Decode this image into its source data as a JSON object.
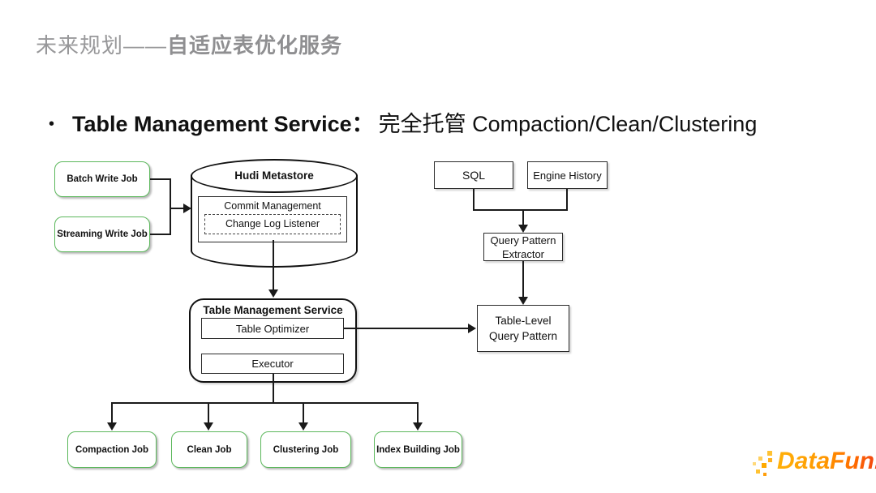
{
  "header": {
    "title_regular": "未来规划——",
    "title_bold": "自适应表优化服务"
  },
  "bullet": {
    "marker": "•",
    "term": "Table Management Service：",
    "rest": "完全托管 Compaction/Clean/Clustering"
  },
  "diagram": {
    "nodes": {
      "batch_write_job": "Batch Write Job",
      "streaming_write_job": "Streaming Write Job",
      "hudi_metastore": "Hudi Metastore",
      "commit_management": "Commit Management",
      "change_log_listener": "Change Log Listener",
      "sql": "SQL",
      "engine_history": "Engine History",
      "query_pattern_extractor": {
        "line1": "Query Pattern",
        "line2": "Extractor"
      },
      "table_management_service": "Table Management Service",
      "table_optimizer": "Table Optimizer",
      "executor": "Executor",
      "table_level_query_pattern": {
        "line1": "Table-Level",
        "line2": "Query Pattern"
      },
      "compaction_job": "Compaction Job",
      "clean_job": "Clean Job",
      "clustering_job": "Clustering Job",
      "index_building_job": "Index Building Job"
    },
    "colors": {
      "node_border_green": "#5cb85c",
      "connector_black": "#1a1a1a"
    }
  },
  "footer": {
    "logo_text": "DataFun.",
    "logo_accent_start": "#ffb10a",
    "logo_accent_end": "#ee3d17"
  }
}
